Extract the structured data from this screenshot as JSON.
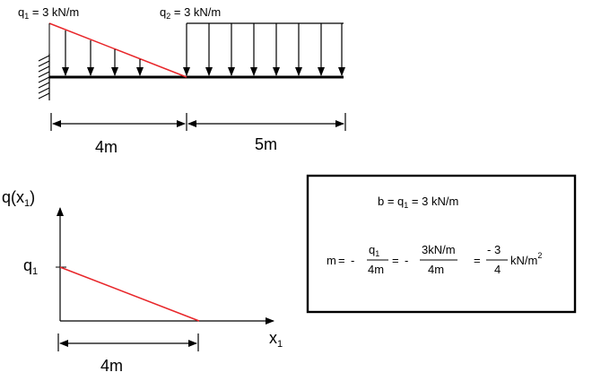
{
  "beam": {
    "q1_label": "q",
    "q1_sub": "1",
    "q1_value": " = 3 kN/m",
    "q2_label": "q",
    "q2_sub": "2",
    "q2_value": " = 3 kN/m",
    "dim_left": "4m",
    "dim_right": "5m"
  },
  "graph": {
    "y_label": "q(x",
    "y_sub": "1",
    "y_close": ")",
    "tick_label": "q",
    "tick_sub": "1",
    "x_label": "x",
    "x_sub": "1",
    "dim": "4m"
  },
  "formula": {
    "b_lhs": "b = q",
    "b_sub": "1",
    "b_rhs": " = 3 kN/m",
    "m": "m",
    "eq1": "=",
    "minus1": "-",
    "frac1_num": "q",
    "frac1_num_sub": "1",
    "frac1_den": "4m",
    "eq2": "=",
    "minus2": "-",
    "frac2_num": "3kN/m",
    "frac2_den": "4m",
    "eq3": "=",
    "frac3_num": "- 3",
    "frac3_den": "4",
    "unit": "kN/m",
    "unit_sup": "2"
  },
  "colors": {
    "load_line": "#e8262a",
    "ink": "#000000"
  }
}
